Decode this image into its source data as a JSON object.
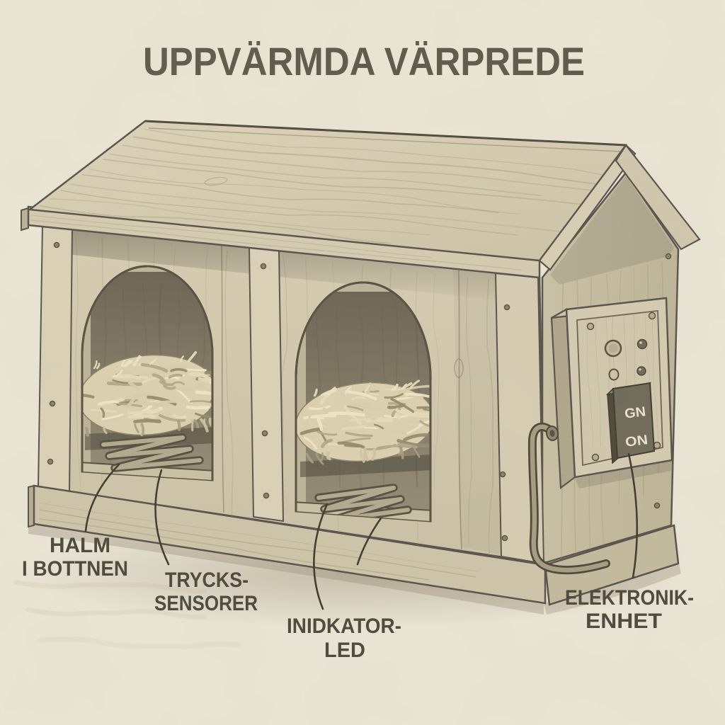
{
  "title": "UPPVÄRMDA VÄRPREDE",
  "labels": {
    "straw": {
      "line1": "HALM",
      "line2": "I BOTTNEN"
    },
    "pressure_sensors": {
      "line1": "TRYCKS-",
      "line2": "SENSORER"
    },
    "indicator_led": {
      "line1": "INIDKATOR-",
      "line2": "LED"
    },
    "electronics_unit": {
      "line1": "ELEKTRONIK-",
      "line2": "ENHET"
    }
  },
  "control_box": {
    "switch_label_top": "GN",
    "switch_label_bottom": "ON"
  },
  "colors": {
    "paper": "#ece7d6",
    "ink": "#57524a",
    "title_text": "#5d584a",
    "label_text": "#4b463b",
    "wood_light": "#d9d0b5",
    "wood_mid": "#cdc4a7",
    "wood_dark": "#b9b094",
    "interior": "#756e5c",
    "straw": "#e6dcba",
    "switch": "#6f6959",
    "switch_text": "#ece5d1"
  }
}
